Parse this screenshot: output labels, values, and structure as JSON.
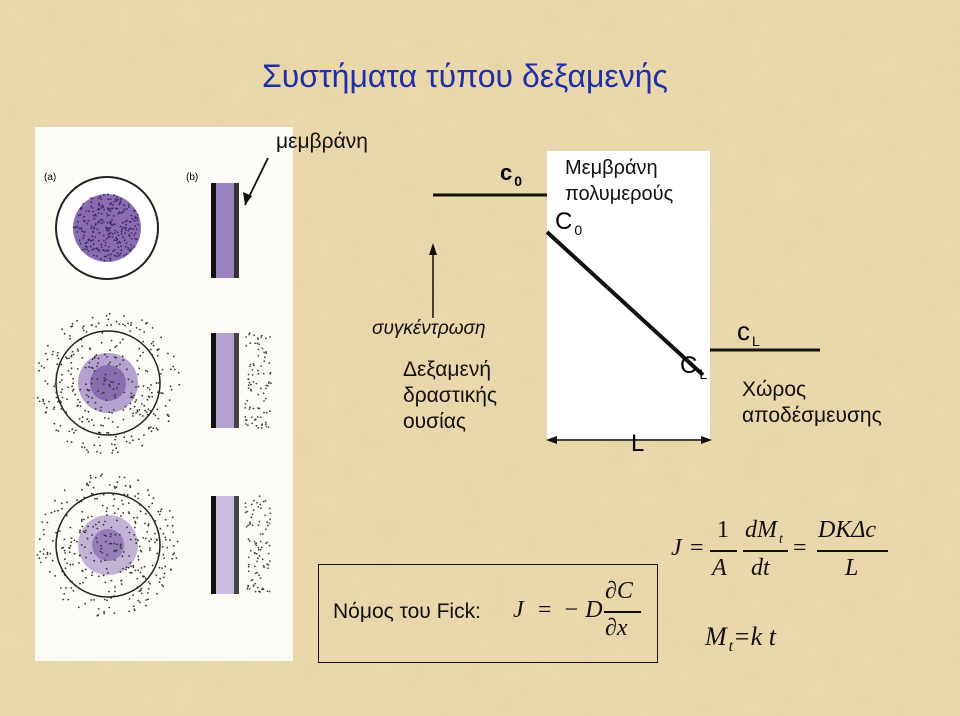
{
  "title": "Συστήματα τύπου δεξαμενής",
  "panel": {
    "membrane_label": "μεμβράνη",
    "label_a": "(a)",
    "label_b": "(b)"
  },
  "diagram": {
    "c0_top": "c",
    "c0_top_sub": "0",
    "membrane_title_line1": "Μεμβράνη",
    "membrane_title_line2": "πολυμερούς",
    "C0": "C",
    "C0_sub": "0",
    "concentration_label": "συγκέντρωση",
    "reservoir_line1": "Δεξαμενή",
    "reservoir_line2": "δραστικής",
    "reservoir_line3": "ουσίας",
    "CL": "C",
    "CL_sub": "L",
    "cL": "c",
    "cL_sub": "L",
    "L_label": "L",
    "release_line1": "Χώρος",
    "release_line2": "αποδέσμευσης"
  },
  "fick": {
    "label": "Νόμος του Fick:",
    "J": "J",
    "eq": "=",
    "minusD": "− D",
    "dC": "∂C",
    "dx": "∂x"
  },
  "flux": {
    "J": "J",
    "eq1": "=",
    "one": "1",
    "A": "A",
    "dMt": "dM",
    "dMt_sub": "t",
    "dt": "dt",
    "eq2": "=",
    "DKdc": "DKΔc",
    "L": "L"
  },
  "mt": {
    "M": "M",
    "sub": "t",
    "rest": "=k t"
  },
  "colors": {
    "title": "#1f2fa8",
    "background": "#e8d3a3",
    "drug_purple": "#6a4a9a"
  }
}
